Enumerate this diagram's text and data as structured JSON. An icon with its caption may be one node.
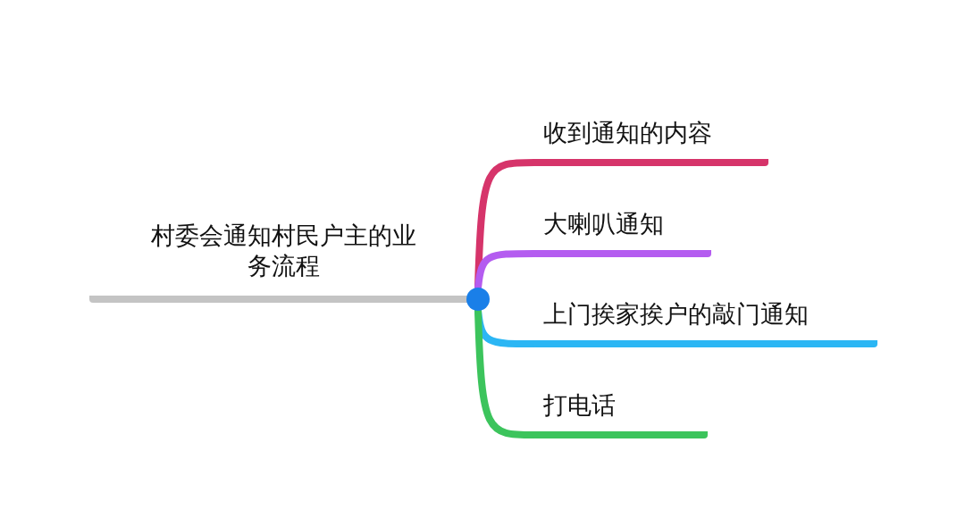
{
  "diagram": {
    "nodes": [
      {
        "text": [
          "村委会通知村民户主的业务流程"
        ]
      },
      {
        "text": [],
        "shape": "circle"
      },
      {
        "text": [
          "收到通知的内容"
        ]
      },
      {
        "text": [
          "大喇叭通知"
        ]
      },
      {
        "text": [
          "上门挨家挨户的敲门通知"
        ]
      },
      {
        "text": [
          "打电话"
        ]
      }
    ],
    "edges": [
      {
        "from": 0,
        "to": 1,
        "arrow": "none",
        "color": "#c4c4c4"
      },
      {
        "from": 1,
        "to": 2,
        "arrow": "none",
        "color": "#d6346a"
      },
      {
        "from": 1,
        "to": 3,
        "arrow": "none",
        "color": "#b45cf0"
      },
      {
        "from": 1,
        "to": 4,
        "arrow": "none",
        "color": "#2bb6f4"
      },
      {
        "from": 1,
        "to": 5,
        "arrow": "none",
        "color": "#3cc45c"
      }
    ]
  }
}
